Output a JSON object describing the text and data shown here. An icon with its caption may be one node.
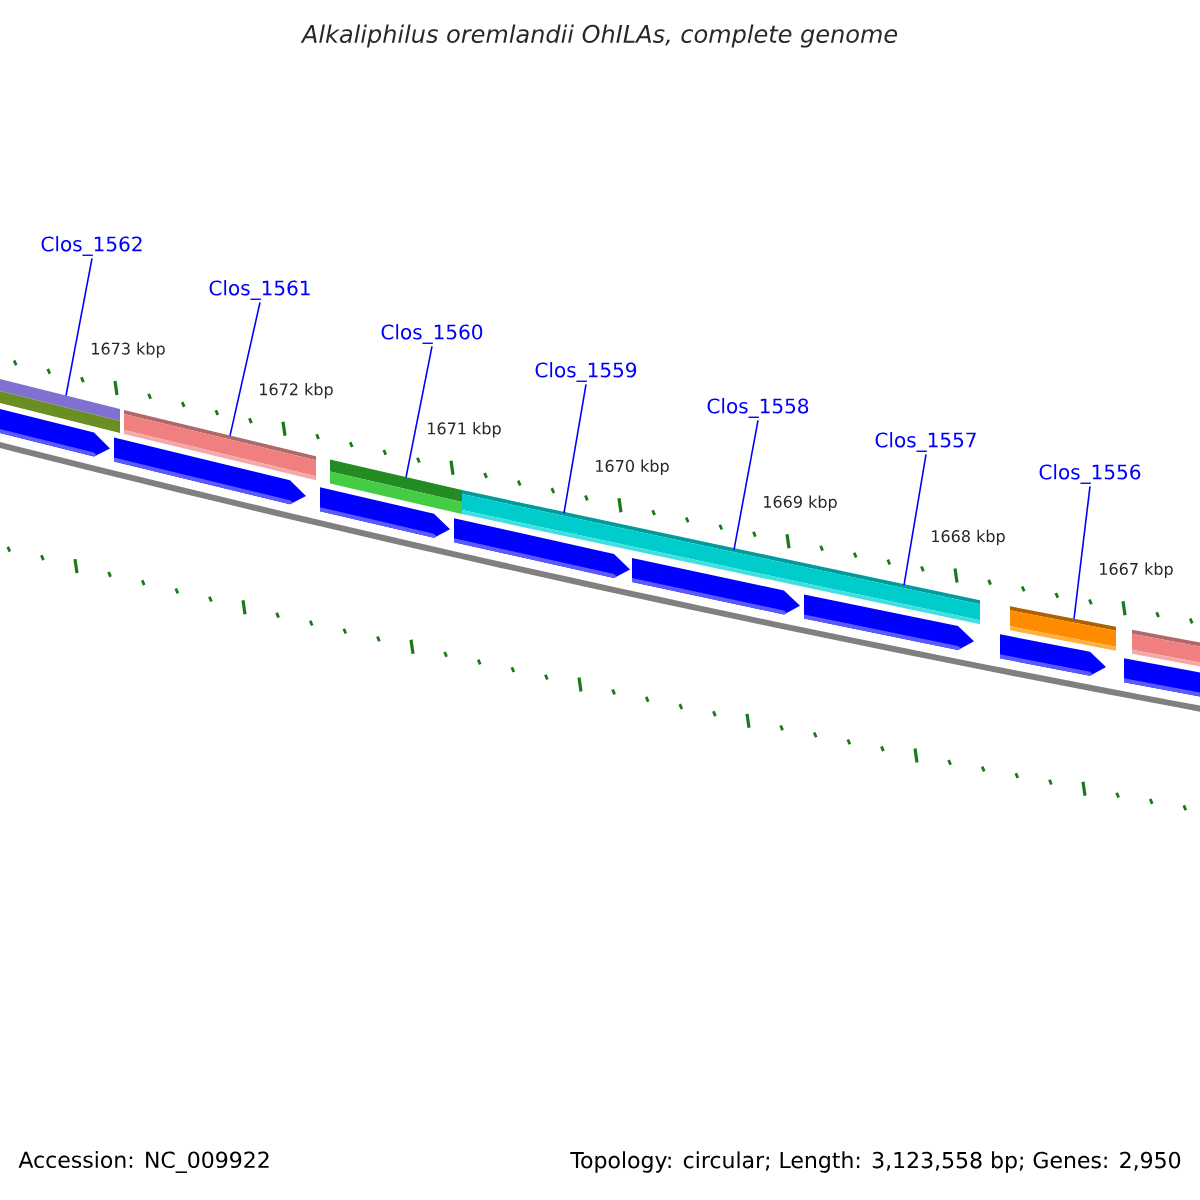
{
  "diagram": {
    "title": "Alkaliphilus oremlandii OhILAs, complete genome",
    "nodes": [
      {
        "text": [
          "Clos_1562"
        ]
      },
      {
        "text": [
          "Clos_1561"
        ]
      },
      {
        "text": [
          "Clos_1560"
        ]
      },
      {
        "text": [
          "Clos_1559"
        ]
      },
      {
        "text": [
          "Clos_1558"
        ]
      },
      {
        "text": [
          "Clos_1557"
        ]
      },
      {
        "text": [
          "Clos_1556"
        ]
      },
      {
        "text": [],
        "shape": "bar"
      },
      {
        "text": [],
        "shape": "bar"
      },
      {
        "text": [],
        "shape": "bar"
      },
      {
        "text": [],
        "shape": "bar"
      },
      {
        "text": [],
        "shape": "bar"
      },
      {
        "text": [],
        "shape": "bar"
      },
      {
        "text": [],
        "shape": "arrow"
      },
      {
        "text": [],
        "shape": "arrow"
      },
      {
        "text": [],
        "shape": "arrow"
      },
      {
        "text": [],
        "shape": "arrow"
      },
      {
        "text": [],
        "shape": "arrow"
      },
      {
        "text": [],
        "shape": "arrow"
      },
      {
        "text": [],
        "shape": "arrow"
      },
      {
        "text": [],
        "shape": "arrow"
      }
    ],
    "edges": [
      {
        "from": 0,
        "to": 7,
        "arrow": "none"
      },
      {
        "from": 1,
        "to": 8,
        "arrow": "none"
      },
      {
        "from": 2,
        "to": 9,
        "arrow": "none"
      },
      {
        "from": 3,
        "to": 10,
        "arrow": "none"
      },
      {
        "from": 4,
        "to": 10,
        "arrow": "none"
      },
      {
        "from": 5,
        "to": 10,
        "arrow": "none"
      },
      {
        "from": 6,
        "to": 11,
        "arrow": "none"
      }
    ],
    "labels": [
      "1673 kbp",
      "1672 kbp",
      "1671 kbp",
      "1670 kbp",
      "1669 kbp",
      "1668 kbp",
      "1667 kbp",
      "Accession: NC_009922",
      "Topology: circular; Length: 3,123,558 bp; Genes: 2,950"
    ]
  }
}
